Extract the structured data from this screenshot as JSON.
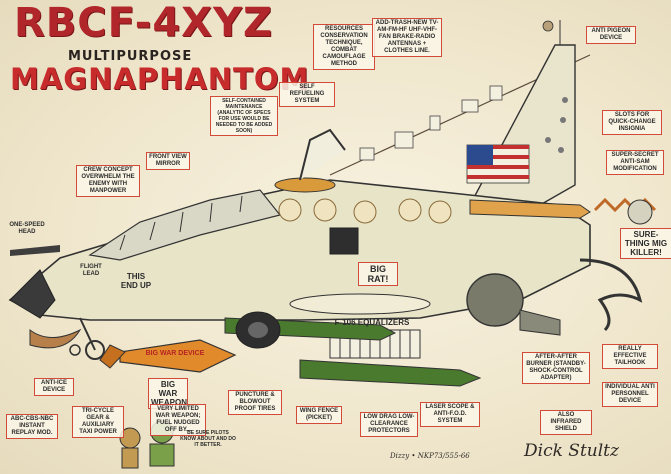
{
  "title": {
    "main": "RBCF-4XYZ",
    "sub": "MULTIPURPOSE",
    "name": "MAGNAPHANTOM"
  },
  "labels": {
    "self_refueling": "SELF REFUELING SYSTEM",
    "resources": "RESOURCES CONSERVATION TECHNIQUE, COMBAT CAMOUFLAGE METHOD",
    "add_trash": "ADD-TRASH-NEW TV-AM-FM-HF UHF-VHF-FAN BRAKE-RADIO ANTENNAS + CLOTHES LINE.",
    "anti_pigeon": "ANTI PIGEON DEVICE",
    "self_contained": "SELF-CONTAINED MAINTENANCE (ANALYTIC OF SPECS FOR USE WOULD BE NEEDED TO BE ADDED SOON)",
    "front_view": "FRONT VIEW MIRROR",
    "crew_concept": "CREW CONCEPT OVERWHELM THE ENEMY WITH MANPOWER",
    "one_speed": "ONE-SPEED HEAD",
    "slots": "SLOTS FOR QUICK-CHANGE INSIGNIA",
    "super_secret": "SUPER-SECRET ANTI-SAM MODIFICATION",
    "sure_thing": "SURE-THING MIG KILLER!",
    "flight_lead": "FLIGHT LEAD",
    "this_end_up": "THIS END UP",
    "big_rat": "BIG RAT!",
    "f106": "F-106 EQUALIZERS",
    "anti_ice": "ANTI-ICE DEVICE",
    "abc_cbs": "ABC-CBS-NBC INSTANT REPLAY MOD.",
    "tricycle": "TRI-CYCLE GEAR & AUXILIARY TAXI POWER",
    "big_war": "BIG WAR WEAPON",
    "very_limited": "VERY LIMITED WAR WEAPON; FUEL NUDGED OFF BY...",
    "puncture": "PUNCTURE & BLOWOUT PROOF TIRES",
    "wing_fence": "WING FENCE (PICKET)",
    "low_drag": "LOW DRAG LOW-CLEARANCE PROTECTORS",
    "laser_scope": "LASER SCOPE & ANTI-F.O.D. SYSTEM",
    "after_burner": "AFTER-AFTER BURNER (STANDBY-SHOCK-CONTROL ADAPTER)",
    "also_infrared": "ALSO INFRARED SHIELD",
    "tailhook": "REALLY EFFECTIVE TAILHOOK",
    "anti_personnel": "INDIVIDUAL ANTI PERSONNEL DEVICE",
    "be_sure": "BE SURE PILOTS KNOW ABOUT AND DO IT BETTER.",
    "bomb_text": "BIG WAR DEVICE"
  },
  "signatures": {
    "dick_stultz": "Dick Stultz",
    "dizzy": "Dizzy • NKP73/555-66"
  },
  "colors": {
    "title_red": "#b1262b",
    "fuselage": "#e8e4c8",
    "flag_red": "#c23030",
    "flag_blue": "#2b4b8e",
    "bomb_orange": "#e08a2c",
    "missile_green": "#4a7a2e",
    "label_border": "#d24a3a"
  }
}
